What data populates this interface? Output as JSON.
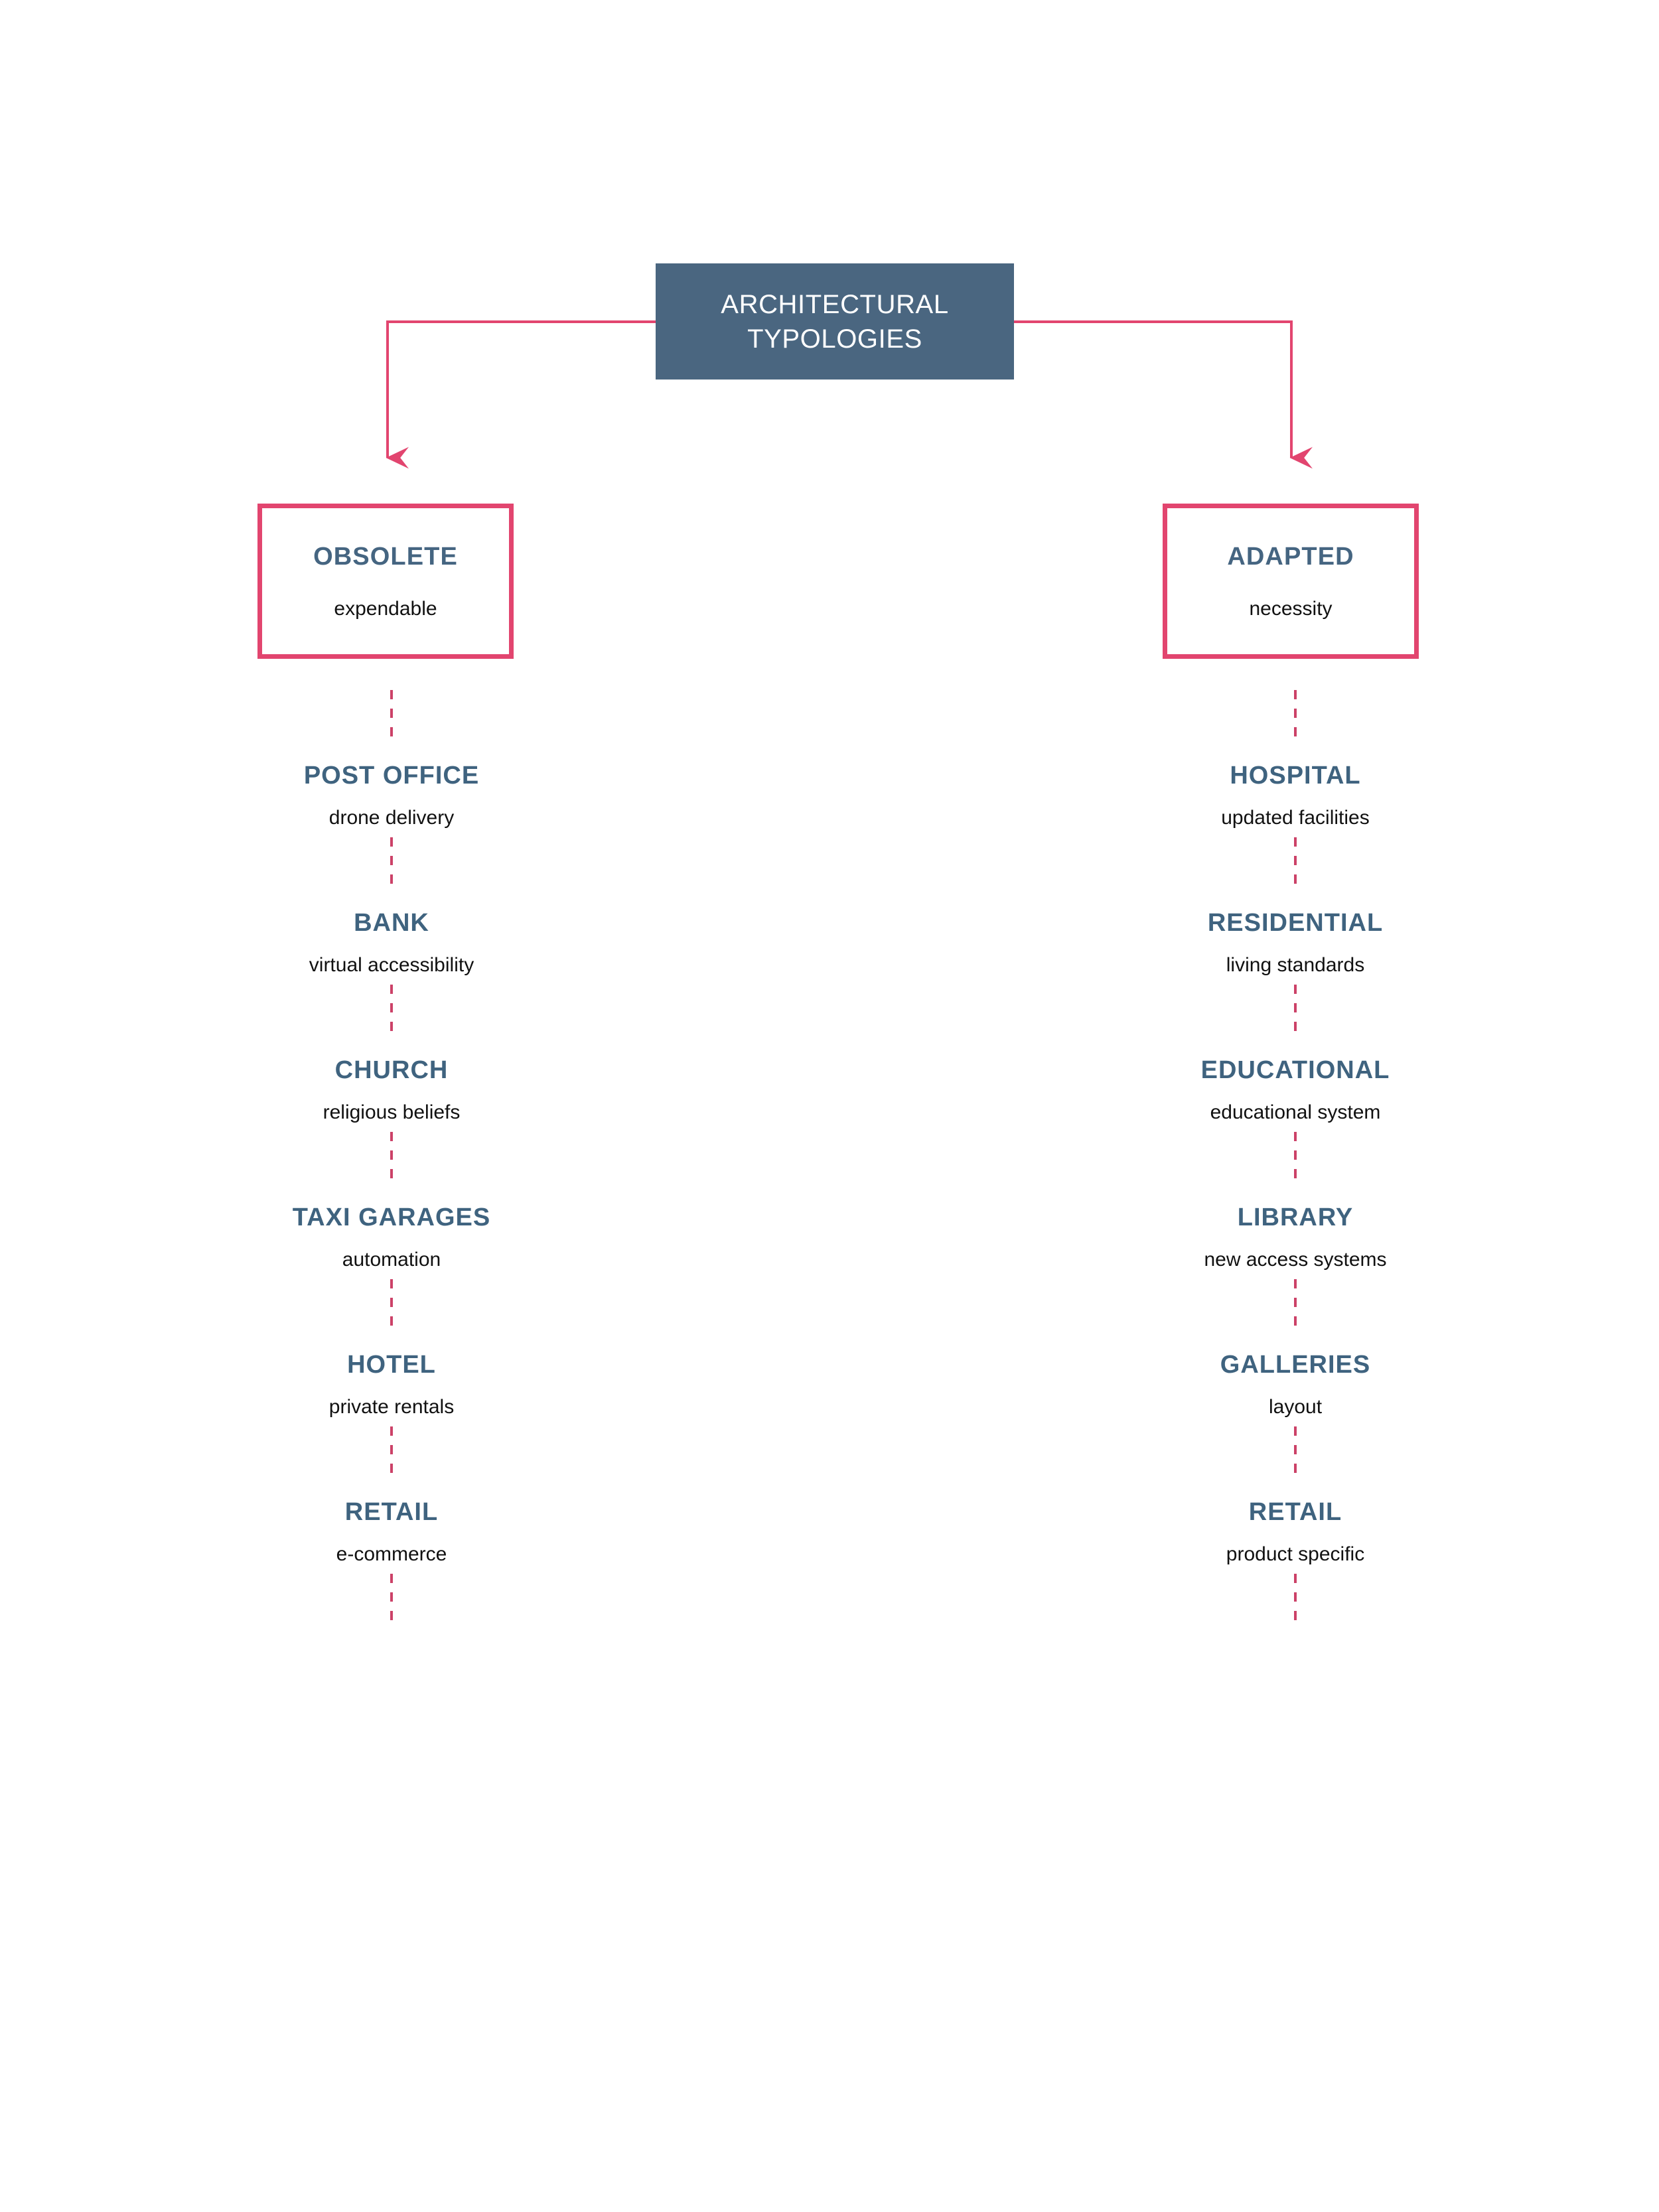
{
  "colors": {
    "root_box_fill": "#4A6680",
    "root_box_text": "#FFFFFF",
    "category_border": "#E2456F",
    "heading_blue": "#3F637F",
    "subtitle_black": "#111111",
    "dash_pink": "#CC4268",
    "arrow_pink": "#E2456F",
    "background": "#FFFFFF"
  },
  "root": {
    "line1": "ARCHITECTURAL",
    "line2": "TYPOLOGIES"
  },
  "branches": [
    {
      "side": "left",
      "category": {
        "title": "OBSOLETE",
        "subtitle": "expendable"
      },
      "items": [
        {
          "title": "POST OFFICE",
          "subtitle": "drone delivery"
        },
        {
          "title": "BANK",
          "subtitle": "virtual accessibility"
        },
        {
          "title": "CHURCH",
          "subtitle": "religious beliefs"
        },
        {
          "title": "TAXI GARAGES",
          "subtitle": "automation"
        },
        {
          "title": "HOTEL",
          "subtitle": "private rentals"
        },
        {
          "title": "RETAIL",
          "subtitle": "e-commerce"
        }
      ]
    },
    {
      "side": "right",
      "category": {
        "title": "ADAPTED",
        "subtitle": "necessity"
      },
      "items": [
        {
          "title": "HOSPITAL",
          "subtitle": "updated facilities"
        },
        {
          "title": "RESIDENTIAL",
          "subtitle": "living standards"
        },
        {
          "title": "EDUCATIONAL",
          "subtitle": "educational system"
        },
        {
          "title": "LIBRARY",
          "subtitle": "new access systems"
        },
        {
          "title": "GALLERIES",
          "subtitle": "layout"
        },
        {
          "title": "RETAIL",
          "subtitle": "product specific"
        }
      ]
    }
  ]
}
